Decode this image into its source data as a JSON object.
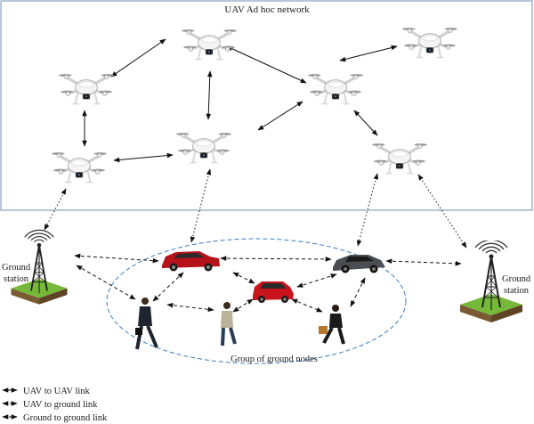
{
  "network_title": "UAV Ad hoc network",
  "ground_group_label": "Group of ground nodes",
  "ground_stations": [
    {
      "line1": "Ground",
      "line2": "station"
    },
    {
      "line1": "Ground",
      "line2": "station"
    }
  ],
  "legend": [
    {
      "label": "UAV to UAV link",
      "style": "solid"
    },
    {
      "label": "UAV to ground link",
      "style": "dotted"
    },
    {
      "label": "Ground to ground link",
      "style": "dashed"
    }
  ],
  "colors": {
    "network_border": "#6e8fb5",
    "group_ellipse": "#3a7cc8",
    "link": "#111111"
  },
  "icons": [
    "drone-icon",
    "tower-icon",
    "car-icon",
    "person-icon"
  ]
}
